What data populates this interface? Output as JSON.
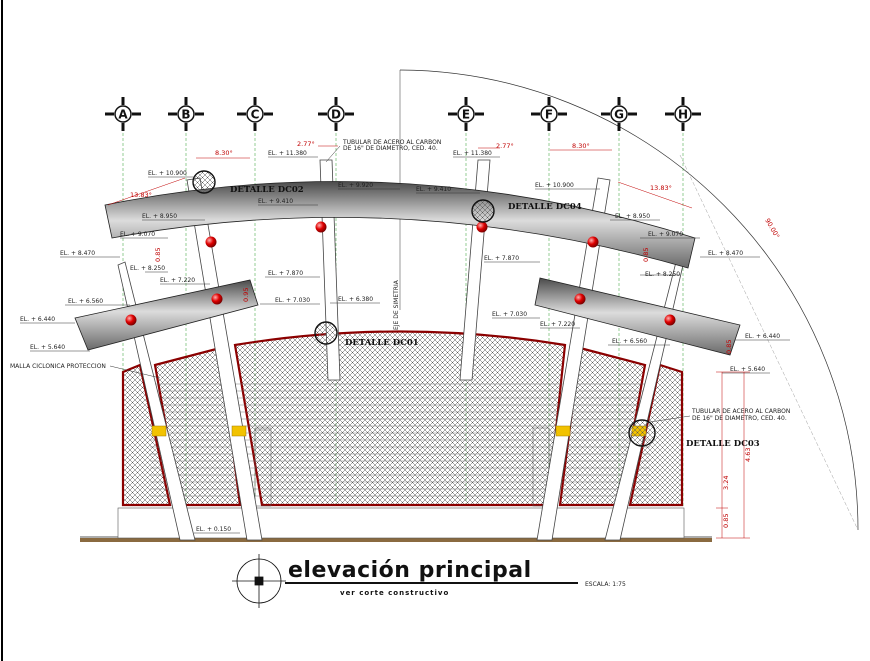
{
  "title": "elevación principal",
  "subtitle": "ver corte constructivo",
  "scale": "ESCALA: 1:75",
  "axes": [
    "A",
    "B",
    "C",
    "D",
    "E",
    "F",
    "G",
    "H"
  ],
  "details": {
    "dc01": "DETALLE DC01",
    "dc02": "DETALLE DC02",
    "dc03": "DETALLE DC03",
    "dc04": "DETALLE DC04"
  },
  "notes": {
    "tube_top": [
      "TUBULAR DE ACERO AL CARBON",
      "DE 16\" DE DIAMETRO, CED. 40."
    ],
    "tube_right": [
      "TUBULAR DE ACERO AL CARBON",
      "DE 16\" DE DIAMETRO, CED. 40."
    ],
    "mesh": "MALLA CICLONICA PROTECCION",
    "symmetry": "EJE DE SIMETRIA"
  },
  "levels": {
    "l10900": "EL. + 10.900",
    "l11380": "EL. + 11.380",
    "l9920": "EL. + 9.920",
    "l9410": "EL. + 9.410",
    "l9070": "EL. + 9.070",
    "l8950": "EL. + 8.950",
    "l8470": "EL. + 8.470",
    "l8250": "EL. + 8.250",
    "l7870": "EL. + 7.870",
    "l7220": "EL. + 7.220",
    "l7030": "EL. + 7.030",
    "l6560": "EL. + 6.560",
    "l6440": "EL. + 6.440",
    "l6380": "EL. + 6.380",
    "l5640": "EL. + 5.640",
    "l0150": "EL. + 0.150"
  },
  "dims": {
    "d830": "8.30°",
    "d277": "2.77°",
    "d1383": "13.83°",
    "d9000": "90.00°",
    "d085": "0.85",
    "d095": "0.95",
    "d085b": "0.85",
    "d324": "3.24",
    "d463": "4.63",
    "d085c": "0.85"
  },
  "colors": {
    "structure": "#8b0000",
    "node": "#e00000",
    "band": "#9a9a9a",
    "yellow": "#f2c200",
    "ground": "#8a6a40"
  }
}
